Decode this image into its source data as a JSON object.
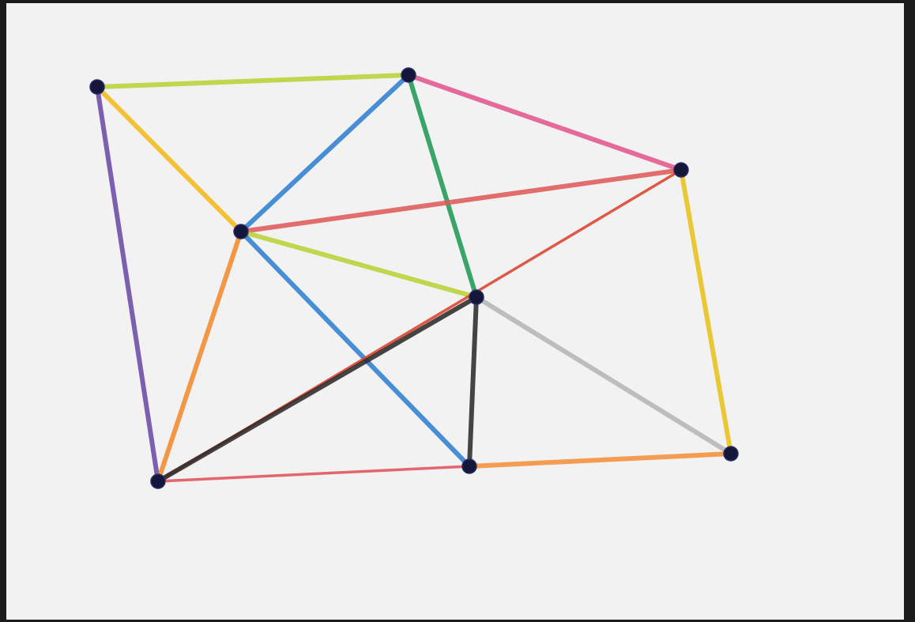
{
  "scene": {
    "paper_color": "#f2f2f2",
    "frame_color": "#1c1c1c",
    "vertex_color": "#14163a"
  },
  "edges": [
    {
      "id": "A-B",
      "from": "A",
      "to": "B",
      "color": "#b8d235"
    },
    {
      "id": "A-C",
      "from": "A",
      "to": "C",
      "color": "#f2b91c"
    },
    {
      "id": "A-D",
      "from": "A",
      "to": "D",
      "color": "#6a4aa6"
    },
    {
      "id": "B-E",
      "from": "B",
      "to": "E",
      "color": "#e2568f"
    },
    {
      "id": "B-C",
      "from": "B",
      "to": "C",
      "color": "#2f7fd0"
    },
    {
      "id": "B-F",
      "from": "B",
      "to": "F",
      "color": "#1f9a55"
    },
    {
      "id": "C-E",
      "from": "C",
      "to": "E",
      "color": "#de5a5a"
    },
    {
      "id": "C-F",
      "from": "C",
      "to": "F",
      "color": "#b8d235"
    },
    {
      "id": "C-G",
      "from": "C",
      "to": "G",
      "color": "#2f7fd0"
    },
    {
      "id": "C-D",
      "from": "C",
      "to": "D",
      "color": "#f08a2c"
    },
    {
      "id": "E-D",
      "from": "E",
      "to": "D",
      "color": "#d9432e",
      "thin": true
    },
    {
      "id": "E-H",
      "from": "E",
      "to": "H",
      "color": "#e6c21a"
    },
    {
      "id": "D-F",
      "from": "D",
      "to": "F",
      "color": "#2e2a2a"
    },
    {
      "id": "F-G",
      "from": "F",
      "to": "G",
      "color": "#2b2b2b"
    },
    {
      "id": "F-H",
      "from": "F",
      "to": "H",
      "color": "#b5b5b5"
    },
    {
      "id": "D-G",
      "from": "D",
      "to": "G",
      "color": "#e0525c",
      "thin": true
    },
    {
      "id": "G-H",
      "from": "G",
      "to": "H",
      "color": "#f28f3b"
    }
  ]
}
